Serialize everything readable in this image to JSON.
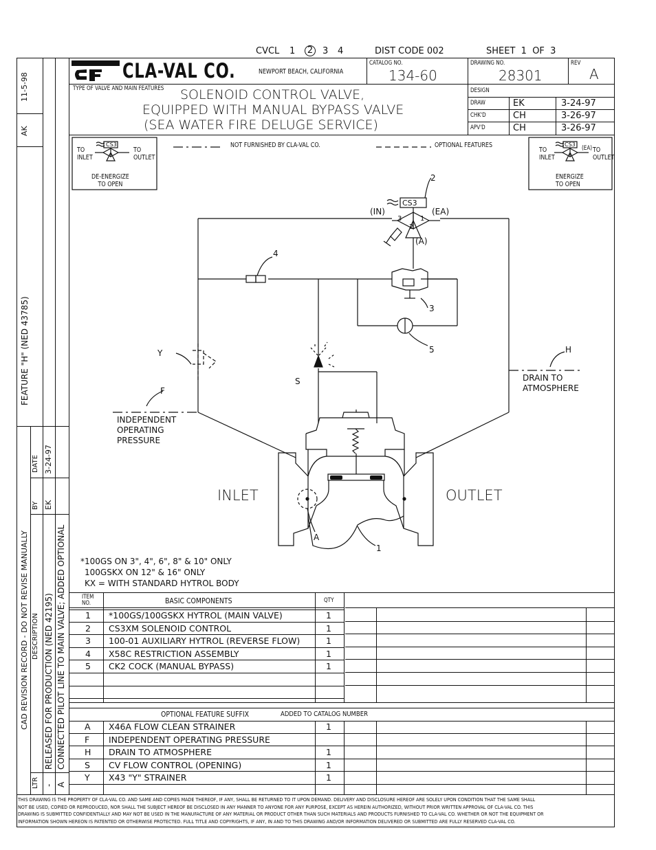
{
  "header_top": {
    "cvcl_label": "CVCL",
    "cvcl_options": [
      "1",
      "2",
      "3",
      "4"
    ],
    "cvcl_selected": "2",
    "dist_code": "DIST CODE 002",
    "sheet": "SHEET  1  OF  3"
  },
  "title_block": {
    "company": "CLA-VAL CO.",
    "location": "NEWPORT BEACH, CALIFORNIA",
    "catalog_label": "CATALOG NO.",
    "catalog_no": "134-60",
    "drawing_label": "DRAWING NO.",
    "drawing_no": "28301",
    "rev_label": "REV",
    "rev": "A",
    "type_label": "TYPE OF VALVE AND MAIN FEATURES",
    "title_line1": "SOLENOID CONTROL VALVE,",
    "title_line2": "EQUIPPED WITH MANUAL BYPASS VALVE",
    "title_line3": "(SEA WATER FIRE DELUGE SERVICE)",
    "design_label": "DESIGN",
    "approvals": [
      {
        "role": "DRAW",
        "by": "EK",
        "date": "3-24-97"
      },
      {
        "role": "CHK'D",
        "by": "CH",
        "date": "3-26-97"
      },
      {
        "role": "APV'D",
        "by": "CH",
        "date": "3-26-97"
      }
    ]
  },
  "left_margin": {
    "top_date": "11-5-98",
    "top_by": "AK",
    "feature_note": "FEATURE \"H\" (NED 43785)",
    "revision_title": "CAD REVISION RECORD - DO NOT REVISE MANUALLY",
    "col_ltr": "LTR",
    "col_description": "DESCRIPTION",
    "col_by": "BY",
    "col_date": "DATE",
    "rev1_ltr": "-",
    "rev1_desc": "RELEASED FOR PRODUCTION (NED 42195)",
    "rev2_ltr": "A",
    "rev2_desc": "CONNECTED PILOT LINE TO MAIN VALVE; ADDED OPTIONAL",
    "rev_by": "EK",
    "rev_date": "3-24-97"
  },
  "diagram": {
    "legend_not_furnished": "NOT FURNISHED BY CLA-VAL CO.",
    "legend_optional": "OPTIONAL FEATURES",
    "deenergize": {
      "to_inlet": "TO\nINLET",
      "to_outlet": "TO\nOUTLET",
      "coil": "CS3",
      "caption": "DE-ENERGIZE\nTO OPEN"
    },
    "energize": {
      "to_inlet": "TO\nINLET",
      "to_outlet": "TO\nOUTLET",
      "coil": "CS3",
      "ea": "(EA)",
      "caption": "ENERGIZE\nTO OPEN"
    },
    "solenoid_coil": "CS3",
    "port_in": "(IN)",
    "port_ea": "(EA)",
    "port_a": "(A)",
    "port_1": "1",
    "port_2": "2",
    "port_3": "3",
    "callouts": [
      "1",
      "2",
      "3",
      "4",
      "5",
      "A",
      "F",
      "H",
      "S",
      "Y"
    ],
    "inlet": "INLET",
    "outlet": "OUTLET",
    "drain_note": "DRAIN TO\nATMOSPHERE",
    "independent_note": "INDEPENDENT\nOPERATING\nPRESSURE",
    "note_line1": "*100GS ON 3\", 4\", 6\", 8\" & 10\" ONLY",
    "note_line2": "100GSKX ON 12\" & 16\" ONLY",
    "note_line3": "KX = WITH STANDARD HYTROL BODY"
  },
  "components_table": {
    "col_item": "ITEM\nNO.",
    "col_components": "BASIC COMPONENTS",
    "col_qty": "QTY",
    "rows": [
      {
        "item": "1",
        "desc": "*100GS/100GSKX HYTROL (MAIN VALVE)",
        "qty": "1"
      },
      {
        "item": "2",
        "desc": "CS3XM SOLENOID CONTROL",
        "qty": "1"
      },
      {
        "item": "3",
        "desc": "100-01 AUXILIARY HYTROL (REVERSE FLOW)",
        "qty": "1"
      },
      {
        "item": "4",
        "desc": "X58C RESTRICTION ASSEMBLY",
        "qty": "1"
      },
      {
        "item": "5",
        "desc": "CK2 COCK (MANUAL BYPASS)",
        "qty": "1"
      }
    ]
  },
  "optional_table": {
    "title": "OPTIONAL FEATURE SUFFIX",
    "added": "ADDED TO CATALOG NUMBER",
    "rows": [
      {
        "suffix": "A",
        "desc": "X46A FLOW CLEAN STRAINER",
        "qty": "1"
      },
      {
        "suffix": "F",
        "desc": "INDEPENDENT OPERATING PRESSURE",
        "qty": ""
      },
      {
        "suffix": "H",
        "desc": "DRAIN TO ATMOSPHERE",
        "qty": "1"
      },
      {
        "suffix": "S",
        "desc": "CV FLOW CONTROL (OPENING)",
        "qty": "1"
      },
      {
        "suffix": "Y",
        "desc": "X43 \"Y\" STRAINER",
        "qty": "1"
      }
    ]
  },
  "footer": {
    "line1": "THIS DRAWING IS THE PROPERTY OF CLA-VAL CO. AND SAME AND COPIES MADE THEREOF, IF ANY, SHALL BE RETURNED TO IT UPON DEMAND. DELIVERY AND DISCLOSURE HEREOF ARE SOLELY UPON CONDITION THAT THE SAME SHALL",
    "line2": "NOT BE USED, COPIED OR REPRODUCED, NOR SHALL THE SUBJECT HEREOF BE DISCLOSED IN ANY MANNER TO ANYONE FOR ANY PURPOSE, EXCEPT AS HEREIN AUTHORIZED, WITHOUT PRIOR WRITTEN APPROVAL OF CLA-VAL CO. THIS",
    "line3": "DRAWING IS SUBMITTED CONFIDENTIALLY AND MAY NOT BE USED IN THE MANUFACTURE OF ANY MATERIAL OR PRODUCT OTHER THAN SUCH MATERIALS AND PRODUCTS FURNISHED TO CLA-VAL CO. WHETHER OR NOT THE EQUIPMENT OR",
    "line4": "INFORMATION SHOWN HEREON IS PATENTED OR OTHERWISE PROTECTED. FULL TITLE AND COPYRIGHTS, IF ANY, IN AND TO THIS DRAWING AND/OR INFORMATION DELIVERED OR SUBMITTED ARE FULLY RESERVED CLA-VAL CO."
  }
}
